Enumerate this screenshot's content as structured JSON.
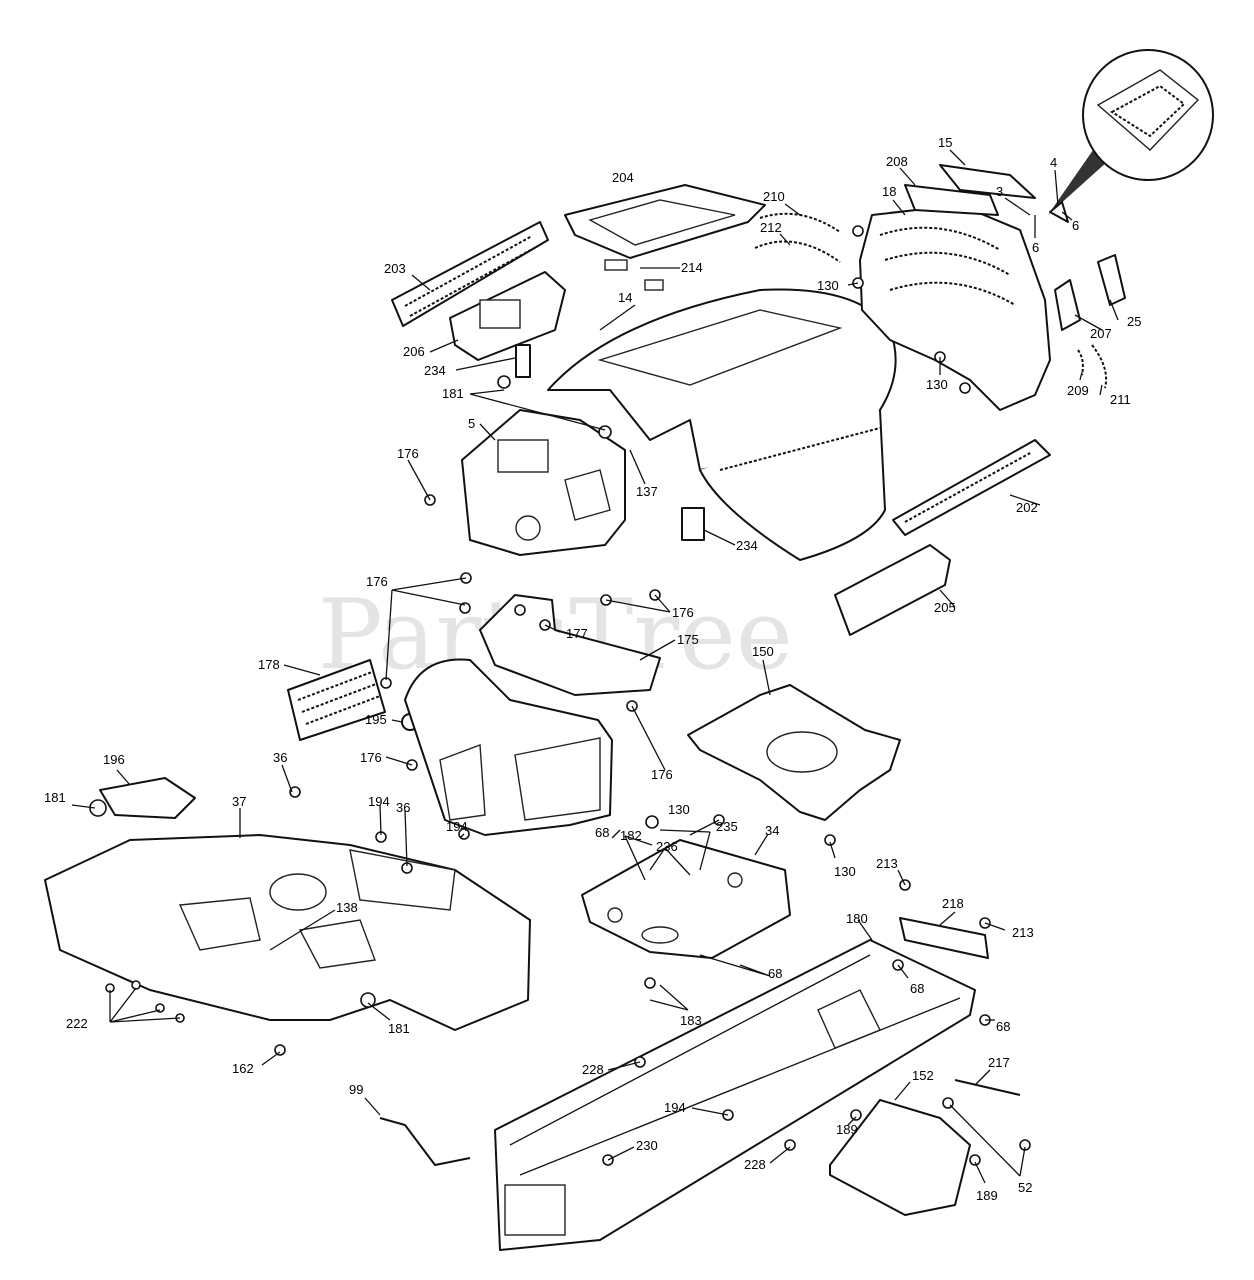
{
  "watermark": "PartsTree",
  "colors": {
    "line": "#111111",
    "background": "#ffffff",
    "watermark": "#cfcfcf"
  },
  "callouts": [
    {
      "id": "c15",
      "text": "15"
    },
    {
      "id": "c4",
      "text": "4"
    },
    {
      "id": "c208",
      "text": "208"
    },
    {
      "id": "c3",
      "text": "3"
    },
    {
      "id": "c18",
      "text": "18"
    },
    {
      "id": "c204",
      "text": "204"
    },
    {
      "id": "c210",
      "text": "210"
    },
    {
      "id": "c6a",
      "text": "6"
    },
    {
      "id": "c6b",
      "text": "6"
    },
    {
      "id": "c212",
      "text": "212"
    },
    {
      "id": "c214",
      "text": "214"
    },
    {
      "id": "c203",
      "text": "203"
    },
    {
      "id": "c130a",
      "text": "130"
    },
    {
      "id": "c14",
      "text": "14"
    },
    {
      "id": "c207",
      "text": "207"
    },
    {
      "id": "c25",
      "text": "25"
    },
    {
      "id": "c206",
      "text": "206"
    },
    {
      "id": "c234a",
      "text": "234"
    },
    {
      "id": "c130b",
      "text": "130"
    },
    {
      "id": "c209",
      "text": "209"
    },
    {
      "id": "c211",
      "text": "211"
    },
    {
      "id": "c181a",
      "text": "181"
    },
    {
      "id": "c5",
      "text": "5"
    },
    {
      "id": "c176a",
      "text": "176"
    },
    {
      "id": "c137",
      "text": "137"
    },
    {
      "id": "c202",
      "text": "202"
    },
    {
      "id": "c234b",
      "text": "234"
    },
    {
      "id": "c176b",
      "text": "176"
    },
    {
      "id": "c176c",
      "text": "176"
    },
    {
      "id": "c205",
      "text": "205"
    },
    {
      "id": "c177",
      "text": "177"
    },
    {
      "id": "c175",
      "text": "175"
    },
    {
      "id": "c178",
      "text": "178"
    },
    {
      "id": "c150",
      "text": "150"
    },
    {
      "id": "c195",
      "text": "195"
    },
    {
      "id": "c36a",
      "text": "36"
    },
    {
      "id": "c176d",
      "text": "176"
    },
    {
      "id": "c176e",
      "text": "176"
    },
    {
      "id": "c196",
      "text": "196"
    },
    {
      "id": "c194a",
      "text": "194"
    },
    {
      "id": "c36b",
      "text": "36"
    },
    {
      "id": "c181b",
      "text": "181"
    },
    {
      "id": "c37",
      "text": "37"
    },
    {
      "id": "c130c",
      "text": "130"
    },
    {
      "id": "c182",
      "text": "182"
    },
    {
      "id": "c194b",
      "text": "194"
    },
    {
      "id": "c68a",
      "text": "68"
    },
    {
      "id": "c235",
      "text": "235"
    },
    {
      "id": "c34",
      "text": "34"
    },
    {
      "id": "c236",
      "text": "236"
    },
    {
      "id": "c130d",
      "text": "130"
    },
    {
      "id": "c213a",
      "text": "213"
    },
    {
      "id": "c138",
      "text": "138"
    },
    {
      "id": "c180",
      "text": "180"
    },
    {
      "id": "c218",
      "text": "218"
    },
    {
      "id": "c213b",
      "text": "213"
    },
    {
      "id": "c68b",
      "text": "68"
    },
    {
      "id": "c68c",
      "text": "68"
    },
    {
      "id": "c222",
      "text": "222"
    },
    {
      "id": "c181c",
      "text": "181"
    },
    {
      "id": "c183",
      "text": "183"
    },
    {
      "id": "c68d",
      "text": "68"
    },
    {
      "id": "c162",
      "text": "162"
    },
    {
      "id": "c228a",
      "text": "228"
    },
    {
      "id": "c217",
      "text": "217"
    },
    {
      "id": "c99",
      "text": "99"
    },
    {
      "id": "c152",
      "text": "152"
    },
    {
      "id": "c194c",
      "text": "194"
    },
    {
      "id": "c189a",
      "text": "189"
    },
    {
      "id": "c230",
      "text": "230"
    },
    {
      "id": "c228b",
      "text": "228"
    },
    {
      "id": "c52",
      "text": "52"
    },
    {
      "id": "c189b",
      "text": "189"
    }
  ]
}
